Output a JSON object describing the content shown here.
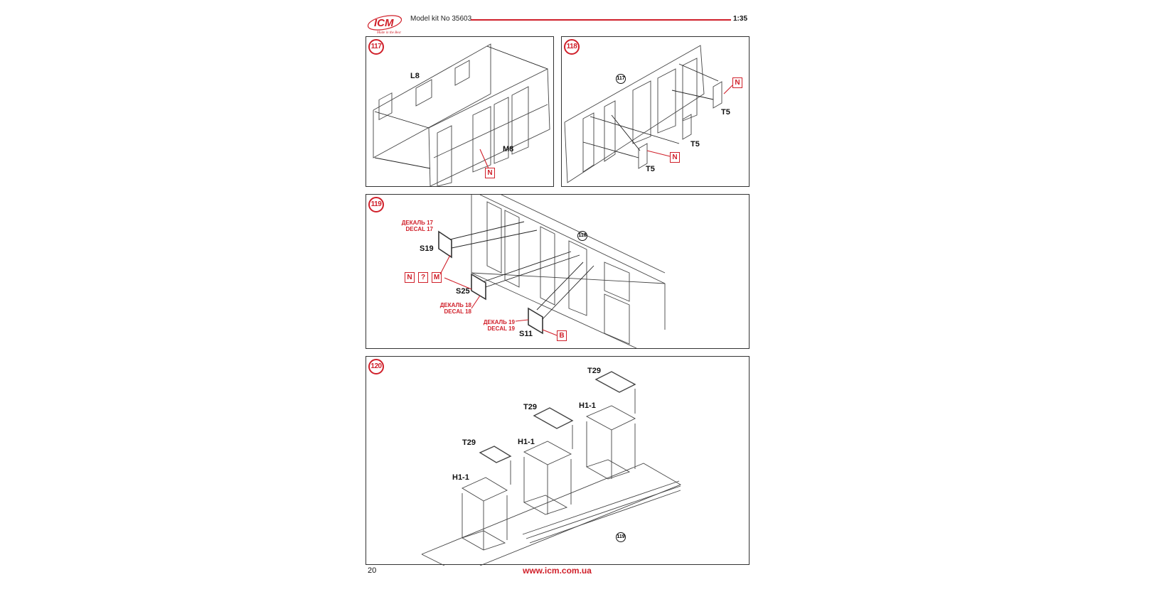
{
  "header": {
    "logo_text": "ICM",
    "logo_tagline": "Made in the Best",
    "title": "Model kit No 35603",
    "scale": "1:35"
  },
  "steps": [
    {
      "number": "117",
      "labels": [
        "L8",
        "M8"
      ],
      "color_codes": [
        "N"
      ]
    },
    {
      "number": "118",
      "ref": "117",
      "labels": [
        "T5",
        "T5",
        "T5"
      ],
      "color_codes": [
        "N",
        "N"
      ]
    },
    {
      "number": "119",
      "ref": "118",
      "labels": [
        "S19",
        "S25",
        "S11"
      ],
      "color_codes": [
        "N",
        "?",
        "M",
        "B"
      ],
      "decals": [
        {
          "ru": "ДЕКАЛЬ 17",
          "en": "DECAL 17"
        },
        {
          "ru": "ДЕКАЛЬ 18",
          "en": "DECAL 18"
        },
        {
          "ru": "ДЕКАЛЬ 19",
          "en": "DECAL 19"
        }
      ]
    },
    {
      "number": "120",
      "ref": "119",
      "labels": [
        "T29",
        "T29",
        "T29",
        "H1-1",
        "H1-1",
        "H1-1"
      ]
    }
  ],
  "footer": {
    "page": "20",
    "url": "www.icm.com.ua"
  },
  "colors": {
    "accent": "#d0202a",
    "line": "#333333"
  }
}
